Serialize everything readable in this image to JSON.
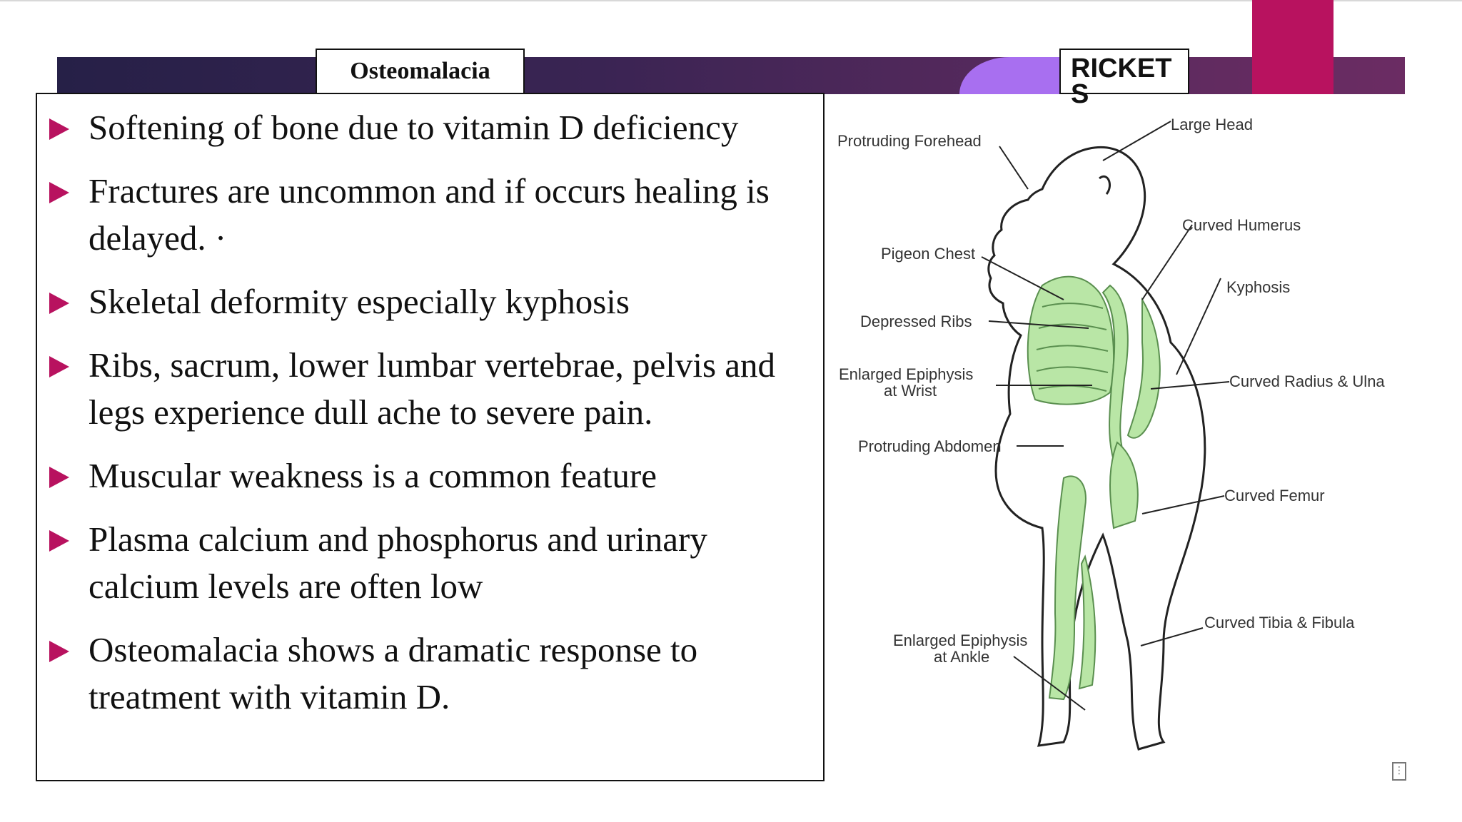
{
  "slide": {
    "left_label": "Osteomalacia",
    "right_label": "RICKETS",
    "bullets": [
      "Softening of bone due to vitamin D deficiency",
      "Fractures are uncommon and if occurs healing is delayed. ·",
      "Skeletal deformity especially kyphosis",
      "Ribs, sacrum, lower lumbar vertebrae, pelvis and legs experience dull ache to severe pain.",
      " Muscular weakness is a common feature",
      "Plasma calcium and phosphorus and urinary calcium levels are often low",
      "Osteomalacia shows a dramatic response to treatment with vitamin D."
    ]
  },
  "diagram": {
    "labels": {
      "protruding_forehead": "Protruding Forehead",
      "large_head": "Large Head",
      "curved_humerus": "Curved Humerus",
      "pigeon_chest": "Pigeon Chest",
      "kyphosis": "Kyphosis",
      "depressed_ribs": "Depressed Ribs",
      "epiphysis_wrist_1": "Enlarged Epiphysis",
      "epiphysis_wrist_2": "at Wrist",
      "curved_radius_ulna": "Curved Radius & Ulna",
      "protruding_abdomen": "Protruding Abdomen",
      "curved_femur": "Curved Femur",
      "curved_tibia_fibula": "Curved Tibia & Fibula",
      "epiphysis_ankle_1": "Enlarged Epiphysis",
      "epiphysis_ankle_2": "at Ankle"
    }
  },
  "colors": {
    "accent": "#b8125f",
    "band_dark": "#262047",
    "band_light": "#6b2c63",
    "tab_purple": "#a86ff0",
    "bone_green": "#b9e6a6"
  },
  "icons": {
    "bullet": "triangle-bullet-icon",
    "corner": "slide-options-icon"
  }
}
